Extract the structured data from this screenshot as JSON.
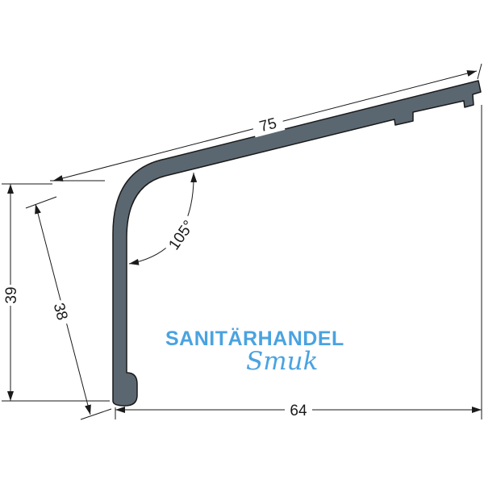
{
  "dimensions": {
    "length_top": "75",
    "height_total": "39",
    "leg_length": "38",
    "width_bottom": "64",
    "angle": "105°"
  },
  "watermark": {
    "line1": "SANITÄRHANDEL",
    "line2": "Smuk"
  },
  "colors": {
    "profile_fill": "#5b6770",
    "profile_stroke": "#1a1a1a",
    "dimension_lines": "#1a1a1a",
    "watermark": "#4aa3e0"
  }
}
